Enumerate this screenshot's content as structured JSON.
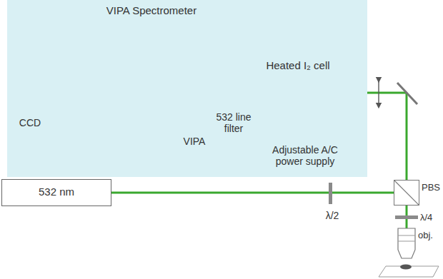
{
  "diagram": {
    "nodes": [
      {
        "text": [
          "VIPA Spectrometer"
        ]
      },
      {
        "text": [
          "532 nm"
        ]
      },
      {
        "text": [
          "PBS"
        ]
      }
    ],
    "edges": [
      {
        "from": 1,
        "to": 2,
        "arrow": "none"
      }
    ],
    "labels": [
      "CCD",
      "VIPA",
      "532 line filter",
      "Heated I₂ cell",
      "Adjustable A/C power supply",
      "λ/2",
      "λ/4",
      "obj."
    ]
  }
}
